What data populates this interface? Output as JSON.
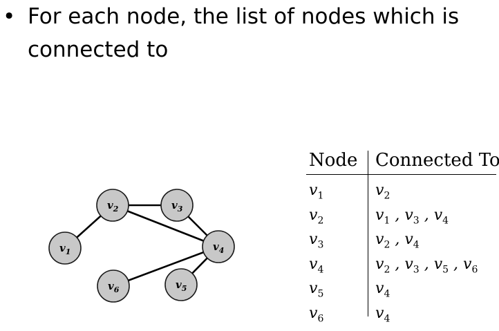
{
  "bullet": {
    "symbol": "•",
    "text": "For each node, the list of nodes which is connected to"
  },
  "graph": {
    "nodes": [
      {
        "id": "v1",
        "label": "v",
        "sub": "1"
      },
      {
        "id": "v2",
        "label": "v",
        "sub": "2"
      },
      {
        "id": "v3",
        "label": "v",
        "sub": "3"
      },
      {
        "id": "v4",
        "label": "v",
        "sub": "4"
      },
      {
        "id": "v5",
        "label": "v",
        "sub": "5"
      },
      {
        "id": "v6",
        "label": "v",
        "sub": "6"
      }
    ],
    "edges": [
      [
        "v1",
        "v2"
      ],
      [
        "v2",
        "v3"
      ],
      [
        "v2",
        "v4"
      ],
      [
        "v3",
        "v4"
      ],
      [
        "v4",
        "v5"
      ],
      [
        "v4",
        "v6"
      ]
    ],
    "node_fill": "#c8c8c8",
    "node_stroke": "#1a1a1a"
  },
  "table": {
    "headers": {
      "node": "Node",
      "connected": "Connected To"
    },
    "rows": [
      {
        "node": "v1",
        "connected": "v2"
      },
      {
        "node": "v2",
        "connected": "v1 , v3 , v4"
      },
      {
        "node": "v3",
        "connected": "v2 , v4"
      },
      {
        "node": "v4",
        "connected": "v2 , v3 , v5 , v6"
      },
      {
        "node": "v5",
        "connected": "v4"
      },
      {
        "node": "v6",
        "connected": "v4"
      }
    ]
  }
}
